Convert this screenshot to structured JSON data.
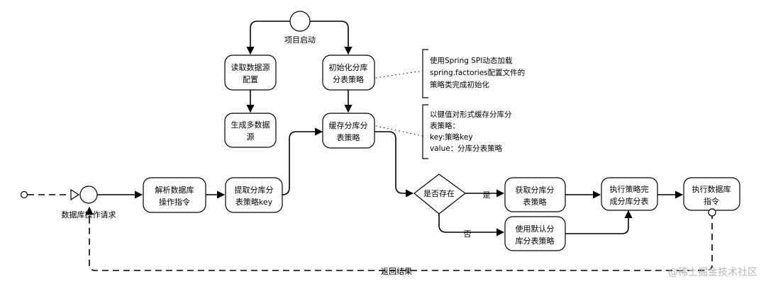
{
  "diagram": {
    "start_event": "项目启动",
    "request_event": "数据库操作请求",
    "read_datasource": [
      "读取数据源",
      "配置"
    ],
    "gen_datasources": [
      "生成多数据",
      "源"
    ],
    "init_strategy": [
      "初始化分库",
      "分表策略"
    ],
    "cache_strategy": [
      "缓存分库分",
      "表策略"
    ],
    "parse_command": [
      "解析数据库",
      "操作指令"
    ],
    "get_strategy_key": [
      "提取分库分",
      "表策略key"
    ],
    "exists_gateway": "是否存在",
    "yes_label": "是",
    "no_label": "否",
    "fetch_strategy": [
      "获取分库分",
      "表策略"
    ],
    "default_strategy": [
      "使用默认分",
      "库分表策略"
    ],
    "execute_strategy": [
      "执行策略完",
      "成分库分表"
    ],
    "execute_db": [
      "执行数据库",
      "指令"
    ],
    "return_label": "返回结果",
    "note_init": [
      "使用Spring SPI动态加载",
      "spring.factories配置文件的",
      "策略类完成初始化"
    ],
    "note_cache": [
      "以键值对形式缓存分库分",
      "表策略：",
      "key:策略key",
      "value：分库分表策略"
    ]
  },
  "watermark": "@稀土掘金技术社区"
}
